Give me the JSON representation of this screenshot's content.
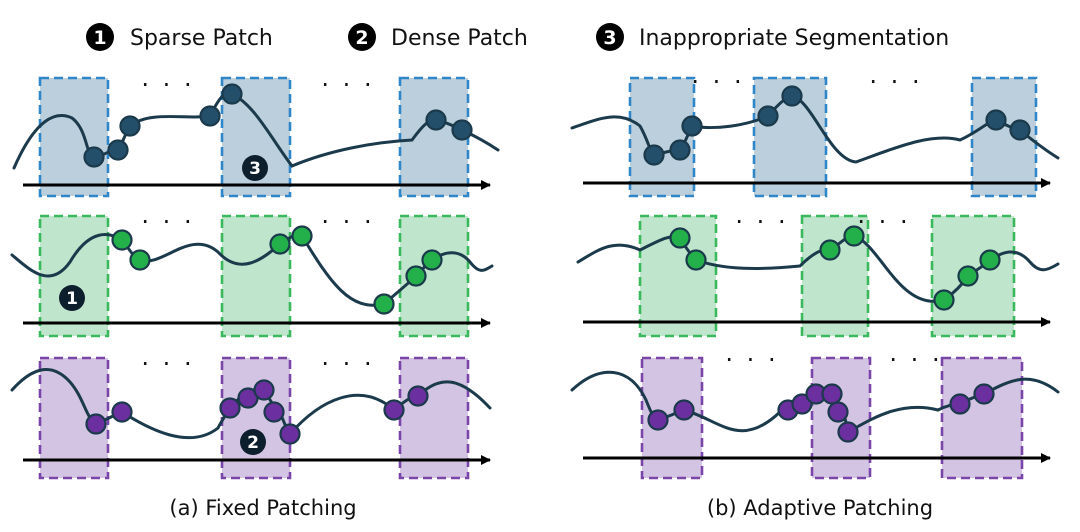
{
  "legend": [
    {
      "number": "1",
      "label": "Sparse Patch"
    },
    {
      "number": "2",
      "label": "Dense Patch"
    },
    {
      "number": "3",
      "label": "Inappropriate Segmentation"
    }
  ],
  "captions": {
    "left": "(a) Fixed Patching",
    "right": "(b) Adaptive Patching"
  },
  "ellipsis": "· · ·",
  "colors": {
    "blue_fill": "#bccfdc",
    "blue_border": "#2f86c9",
    "blue_dot": "#244f6b",
    "green_fill": "#bfe6cc",
    "green_border": "#3ab85c",
    "green_dot": "#23b04a",
    "purple_fill": "#d4c4e4",
    "purple_border": "#7a45a8",
    "purple_dot": "#6b2fa0",
    "curve": "#1b3a4b",
    "badge": "#0d1f2d"
  },
  "panels": [
    "fixed",
    "adaptive"
  ],
  "rows": [
    "blue",
    "green",
    "purple"
  ]
}
